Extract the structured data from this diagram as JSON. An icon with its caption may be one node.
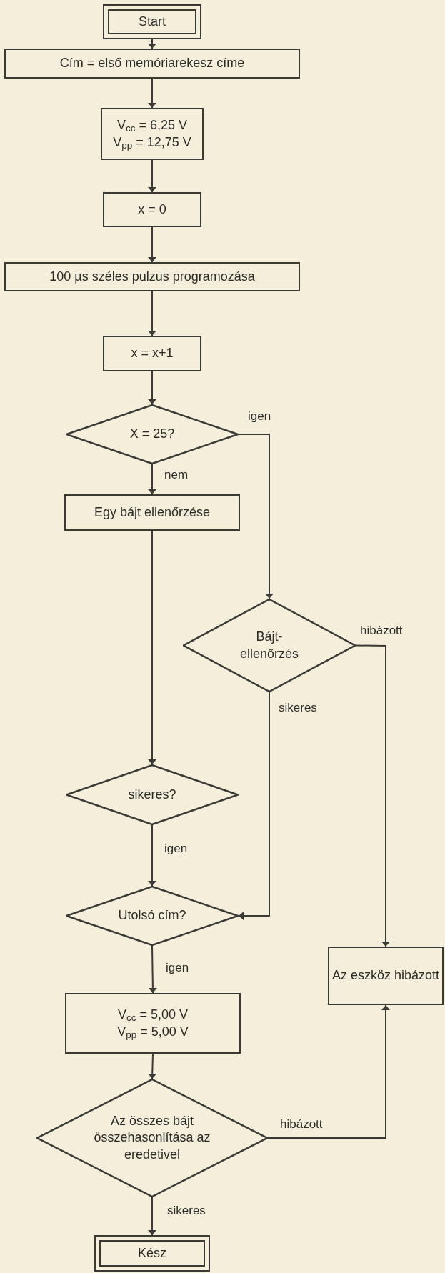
{
  "diagram": {
    "nodes": [
      {
        "text": [
          "Start"
        ]
      },
      {
        "text": [
          "Cím = első memóriarekesz címe"
        ]
      },
      {
        "text": [
          "V$_{cc}$ =  6,25 V",
          "V$_{pp}$ = 12,75 V"
        ]
      },
      {
        "text": [
          "x = 0"
        ]
      },
      {
        "text": [
          "100 µs széles pulzus programozása"
        ]
      },
      {
        "text": [
          "x = x+1"
        ]
      },
      {
        "text": [
          "X = 25?"
        ]
      },
      {
        "text": [
          "Egy bájt ellenőrzése"
        ]
      },
      {
        "text": [
          "Bájt-ellenőrzés"
        ]
      },
      {
        "text": [
          "sikeres?"
        ]
      },
      {
        "text": [
          "Utolsó cím?"
        ]
      },
      {
        "text": [
          "Az eszköz hibázott"
        ]
      },
      {
        "text": [
          "V$_{cc}$ = 5,00 V",
          "V$_{pp}$ = 5,00 V"
        ]
      },
      {
        "text": [
          "Az összes bájt összehasonlítása az eredetivel"
        ]
      },
      {
        "text": [
          "Kész"
        ]
      }
    ],
    "edges": [
      {
        "from": 0,
        "to": 1,
        "arrow": "to"
      },
      {
        "from": 1,
        "to": 2,
        "arrow": "to"
      },
      {
        "from": 2,
        "to": 3,
        "arrow": "to"
      },
      {
        "from": 3,
        "to": 4,
        "arrow": "to"
      },
      {
        "from": 4,
        "to": 5,
        "arrow": "to"
      },
      {
        "from": 5,
        "to": 6,
        "arrow": "to"
      },
      {
        "from": 6,
        "to": 8,
        "arrow": "to",
        "label": "igen"
      },
      {
        "from": 6,
        "to": 7,
        "arrow": "to",
        "label": "nem"
      },
      {
        "from": 7,
        "to": 9,
        "arrow": "to"
      },
      {
        "from": 8,
        "to": 11,
        "arrow": "to",
        "label": "hibázott"
      },
      {
        "from": 8,
        "to": 10,
        "arrow": "to",
        "label": "sikeres"
      },
      {
        "from": 9,
        "to": 10,
        "arrow": "to",
        "label": "igen"
      },
      {
        "from": 10,
        "to": 12,
        "arrow": "to",
        "label": "igen"
      },
      {
        "from": 12,
        "to": 13,
        "arrow": "to"
      },
      {
        "from": 13,
        "to": 11,
        "arrow": "to",
        "label": "hibázott"
      },
      {
        "from": 13,
        "to": 14,
        "arrow": "to",
        "label": "sikeres"
      }
    ]
  }
}
